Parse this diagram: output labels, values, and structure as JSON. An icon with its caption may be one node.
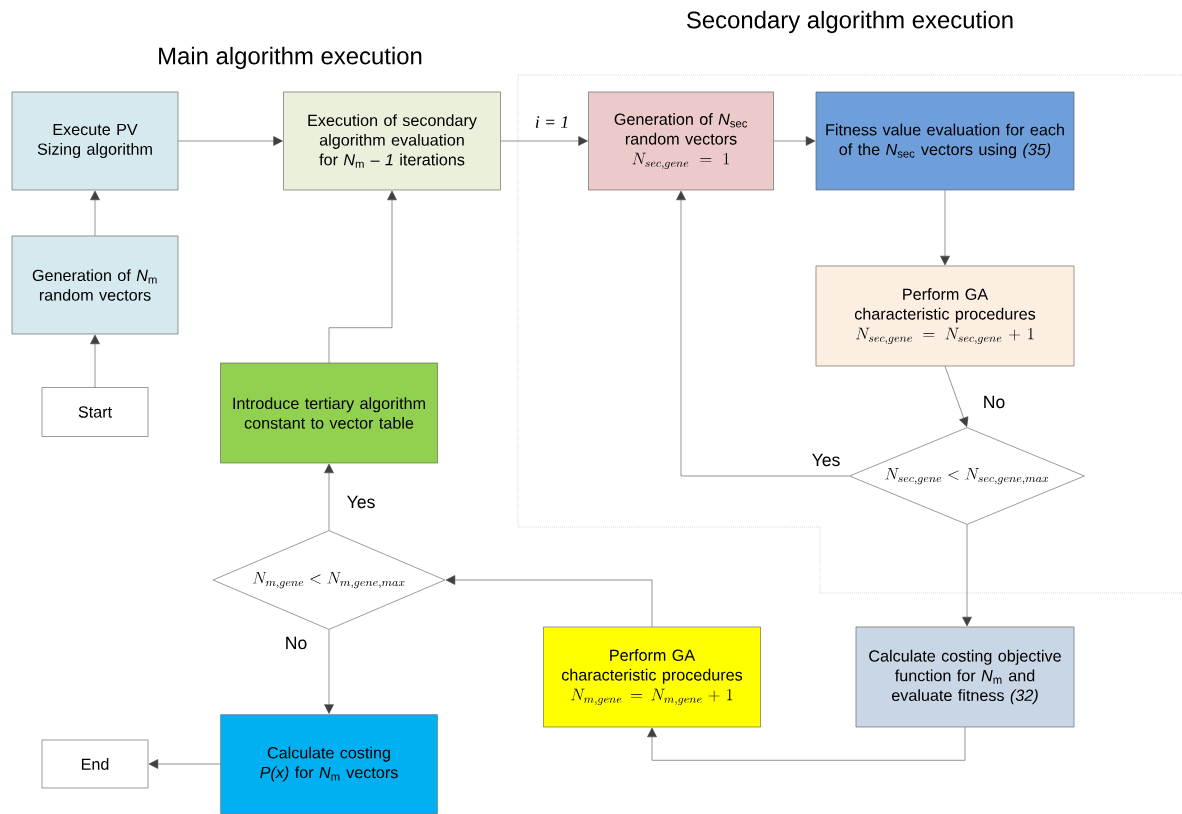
{
  "diagram": {
    "nodes": [
      {
        "text": [
          "Secondary algorithm execution"
        ]
      },
      {
        "text": [
          "Execute PV Sizing algorithm"
        ]
      },
      {
        "text": [
          "Generation of *N*$_{m}$ random vectors"
        ]
      },
      {
        "text": [
          "Start"
        ]
      },
      {
        "text": [
          "Execution of secondary algorithm evaluation for *N*$_{m}$ – *1* iterations"
        ]
      },
      {
        "text": [
          "Generation of *N*$_{sec}$ random vectors",
          "N_{sec,gene} = 1"
        ],
        "in": 0
      },
      {
        "text": [
          "Fitness value evaluation for each of the *N*$_{sec}$ vectors using *(35)*"
        ],
        "in": 0
      },
      {
        "text": [
          "Perform GA characteristic procedures",
          "N_{sec,gene} = N_{sec,gene} + 1"
        ],
        "in": 0
      },
      {
        "text": [
          "N_{sec,gene} < N_{sec,gene,max}"
        ],
        "in": 0
      },
      {
        "text": [
          "Introduce tertiary algorithm constant to vector table"
        ]
      },
      {
        "text": [
          "N_{m,gene} < N_{m,gene,max}"
        ]
      },
      {
        "text": [
          "Perform GA characteristic procedures",
          "N_{m,gene} = N_{m,gene} + 1"
        ]
      },
      {
        "text": [
          "Calculate costing objective function for *N*$_{m}$ and evaluate fitness *(32)*"
        ]
      },
      {
        "text": [
          "Calculate costing *P(x)* for *N*$_{m}$ vectors"
        ]
      },
      {
        "text": [
          "End"
        ]
      }
    ],
    "edges": [
      {
        "from": 3,
        "to": 2,
        "arrow": "to"
      },
      {
        "from": 2,
        "to": 1,
        "arrow": "to"
      },
      {
        "from": 1,
        "to": 4,
        "arrow": "to"
      },
      {
        "from": 4,
        "to": 5,
        "arrow": "to",
        "label": "i = 1"
      },
      {
        "from": 5,
        "to": 6,
        "arrow": "to"
      },
      {
        "from": 6,
        "to": 7,
        "arrow": "to"
      },
      {
        "from": 7,
        "to": 8,
        "arrow": "to",
        "label": "No"
      },
      {
        "from": 8,
        "to": 5,
        "arrow": "to",
        "label": "Yes"
      },
      {
        "from": 8,
        "to": 12,
        "arrow": "to"
      },
      {
        "from": 12,
        "to": 11,
        "arrow": "to"
      },
      {
        "from": 11,
        "to": 10,
        "arrow": "to"
      },
      {
        "from": 10,
        "to": 9,
        "arrow": "to",
        "label": "Yes"
      },
      {
        "from": 9,
        "to": 4,
        "arrow": "to"
      },
      {
        "from": 10,
        "to": 13,
        "arrow": "to",
        "label": "No"
      },
      {
        "from": 13,
        "to": 14,
        "arrow": "to"
      }
    ],
    "labels": [
      "Main algorithm execution"
    ]
  }
}
